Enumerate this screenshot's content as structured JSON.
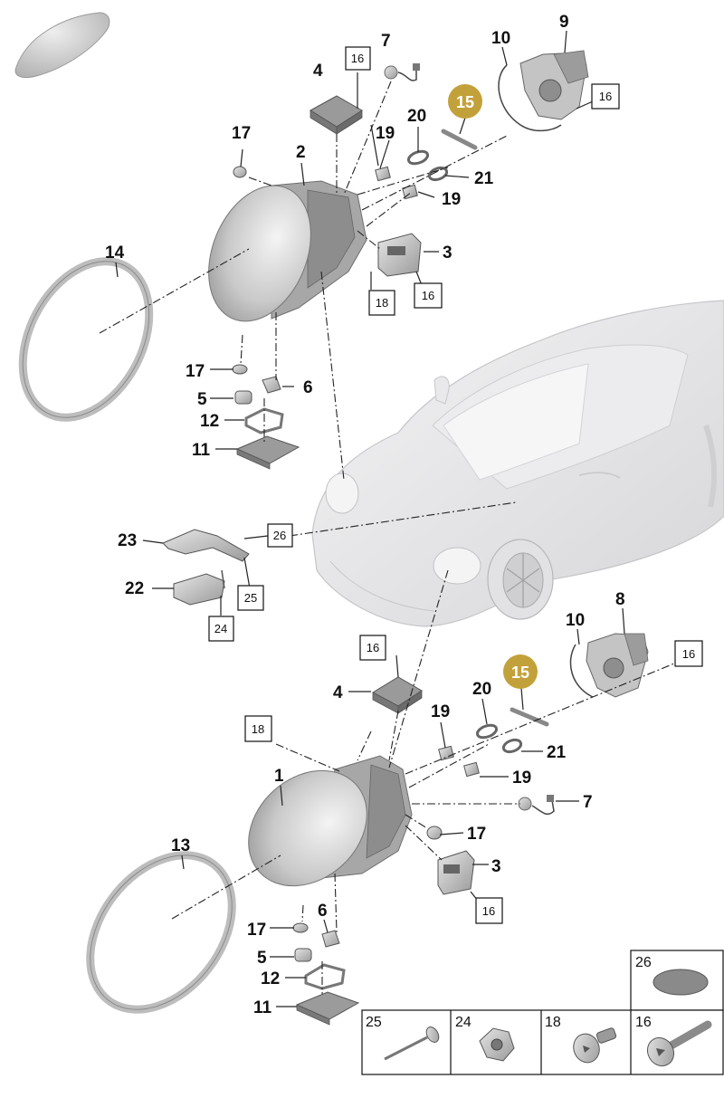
{
  "colors": {
    "badge": "#C3A13A",
    "part_light": "#dcdcdc",
    "part_mid": "#b5b5b5",
    "part_dark": "#8c8c8c",
    "car_body": "#e4e4e6"
  },
  "callouts": {
    "n1": "1",
    "n2": "2",
    "n3_top": "3",
    "n3_bot": "3",
    "n4_top": "4",
    "n4_bot": "4",
    "n5_top": "5",
    "n5_bot": "5",
    "n6_top": "6",
    "n6_bot": "6",
    "n7_top": "7",
    "n7_bot": "7",
    "n8": "8",
    "n9": "9",
    "n10_top": "10",
    "n10_bot": "10",
    "n11_top": "11",
    "n11_bot": "11",
    "n12_top": "12",
    "n12_bot": "12",
    "n13": "13",
    "n14": "14",
    "n17_a": "17",
    "n17_b": "17",
    "n17_c": "17",
    "n17_d": "17",
    "n19_a": "19",
    "n19_b": "19",
    "n19_c": "19",
    "n19_d": "19",
    "n20_top": "20",
    "n20_bot": "20",
    "n21_top": "21",
    "n21_bot": "21",
    "n22": "22",
    "n23": "23"
  },
  "badges": {
    "b15_top": "15",
    "b15_bot": "15"
  },
  "boxed": {
    "b16_a": "16",
    "b16_b": "16",
    "b16_c": "16",
    "b16_d": "16",
    "b16_e": "16",
    "b16_f": "16",
    "b18_top": "18",
    "b18_bot": "18",
    "b24": "24",
    "b25": "25",
    "b26": "26"
  },
  "legend": {
    "l26": "26",
    "l25": "25",
    "l24": "24",
    "l18": "18",
    "l16": "16"
  }
}
